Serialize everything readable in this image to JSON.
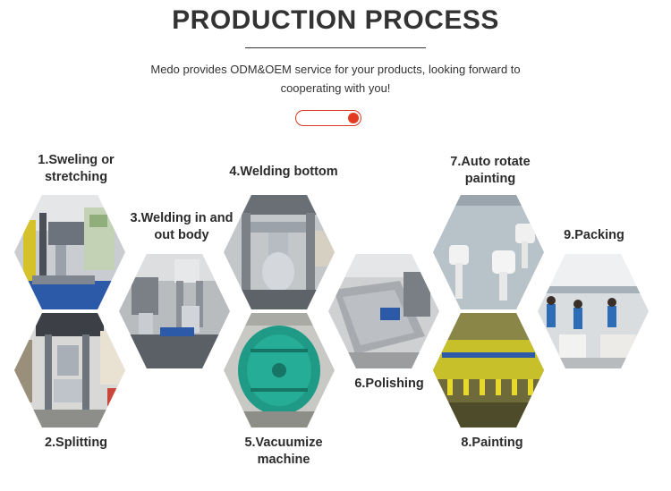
{
  "header": {
    "title": "PRODUCTION PROCESS",
    "subtitle_line1": "Medo provides ODM&OEM service for your products, looking forward to",
    "subtitle_line2": "cooperating with you!"
  },
  "colors": {
    "accent": "#e23b22",
    "text": "#2b2b2b",
    "steel": "#8a9098",
    "machine_blue": "#2d5aa8",
    "tank_green": "#1f9a86",
    "paint_yellow": "#c8c02a"
  },
  "steps": [
    {
      "label_line1": "1.Sweling or",
      "label_line2": "stretching",
      "icon": "hydraulic-press-photo"
    },
    {
      "label_line1": "2.Splitting",
      "label_line2": "",
      "icon": "splitting-machine-photo"
    },
    {
      "label_line1": "3.Welding in and",
      "label_line2": "out body",
      "icon": "welding-station-photo"
    },
    {
      "label_line1": "4.Welding bottom",
      "label_line2": "",
      "icon": "bottom-welder-photo"
    },
    {
      "label_line1": "5.Vacuumize",
      "label_line2": "machine",
      "icon": "vacuum-tank-photo"
    },
    {
      "label_line1": "6.Polishing",
      "label_line2": "",
      "icon": "polishing-photo"
    },
    {
      "label_line1": "7.Auto rotate",
      "label_line2": "painting",
      "icon": "rotating-painter-photo"
    },
    {
      "label_line1": "8.Painting",
      "label_line2": "",
      "icon": "paint-line-photo"
    },
    {
      "label_line1": "9.Packing",
      "label_line2": "",
      "icon": "packing-floor-photo"
    }
  ]
}
